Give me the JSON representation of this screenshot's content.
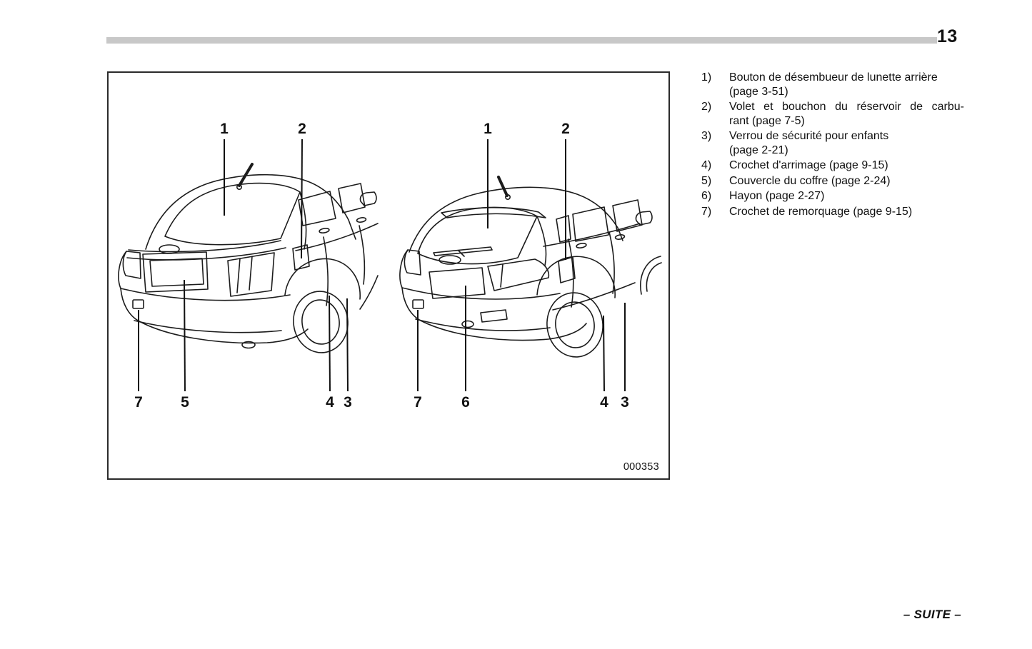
{
  "page": {
    "number": "13",
    "continuation": "– SUITE –"
  },
  "figure": {
    "code": "000353",
    "sedan": {
      "callouts_top": [
        "1",
        "2"
      ],
      "callouts_bottom": [
        "7",
        "5",
        "4",
        "3"
      ]
    },
    "hatchback": {
      "callouts_top": [
        "1",
        "2"
      ],
      "callouts_bottom": [
        "7",
        "6",
        "4",
        "3"
      ]
    }
  },
  "legend": {
    "items": [
      {
        "num": "1)",
        "lines": [
          "Bouton de désembueur de lunette arrière",
          "(page 3-51)"
        ]
      },
      {
        "num": "2)",
        "lines": [
          "Volet et bouchon du réservoir de carbu-",
          "rant (page 7-5)"
        ],
        "stretch": [
          0
        ]
      },
      {
        "num": "3)",
        "lines": [
          "Verrou de sécurité pour enfants",
          "(page 2-21)"
        ]
      },
      {
        "num": "4)",
        "lines": [
          "Crochet d'arrimage (page 9-15)"
        ]
      },
      {
        "num": "5)",
        "lines": [
          "Couvercle du coffre (page 2-24)"
        ]
      },
      {
        "num": "6)",
        "lines": [
          "Hayon (page 2-27)"
        ]
      },
      {
        "num": "7)",
        "lines": [
          "Crochet de remorquage (page 9-15)"
        ]
      }
    ]
  },
  "colors": {
    "rule_gray": "#c8c8c8",
    "ink": "#1c1c1c"
  }
}
